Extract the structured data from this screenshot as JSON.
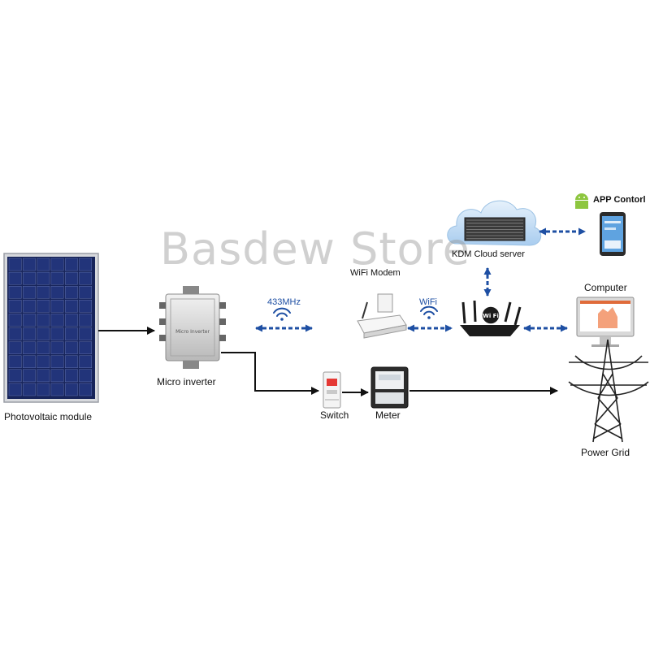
{
  "watermark": "Basdew Store",
  "nodes": {
    "pv_module": "Photovoltaic module",
    "micro_inverter": "Micro inverter",
    "micro_inverter_print": "Micro Inverter",
    "switch": "Switch",
    "meter": "Meter",
    "wifi_modem": "WiFi Modem",
    "cloud_server": "KDM Cloud server",
    "app_control": "APP Contorl",
    "computer": "Computer",
    "power_grid": "Power Grid",
    "router_badge": "Wi Fi"
  },
  "links": {
    "rf": "433MHz",
    "wifi": "WiFi"
  },
  "colors": {
    "arrow_black": "#111111",
    "arrow_blue": "#1e4fa3",
    "panel": "#1b2a5e",
    "cloud": "#cfe3f6",
    "android_green": "#8dc63f"
  }
}
